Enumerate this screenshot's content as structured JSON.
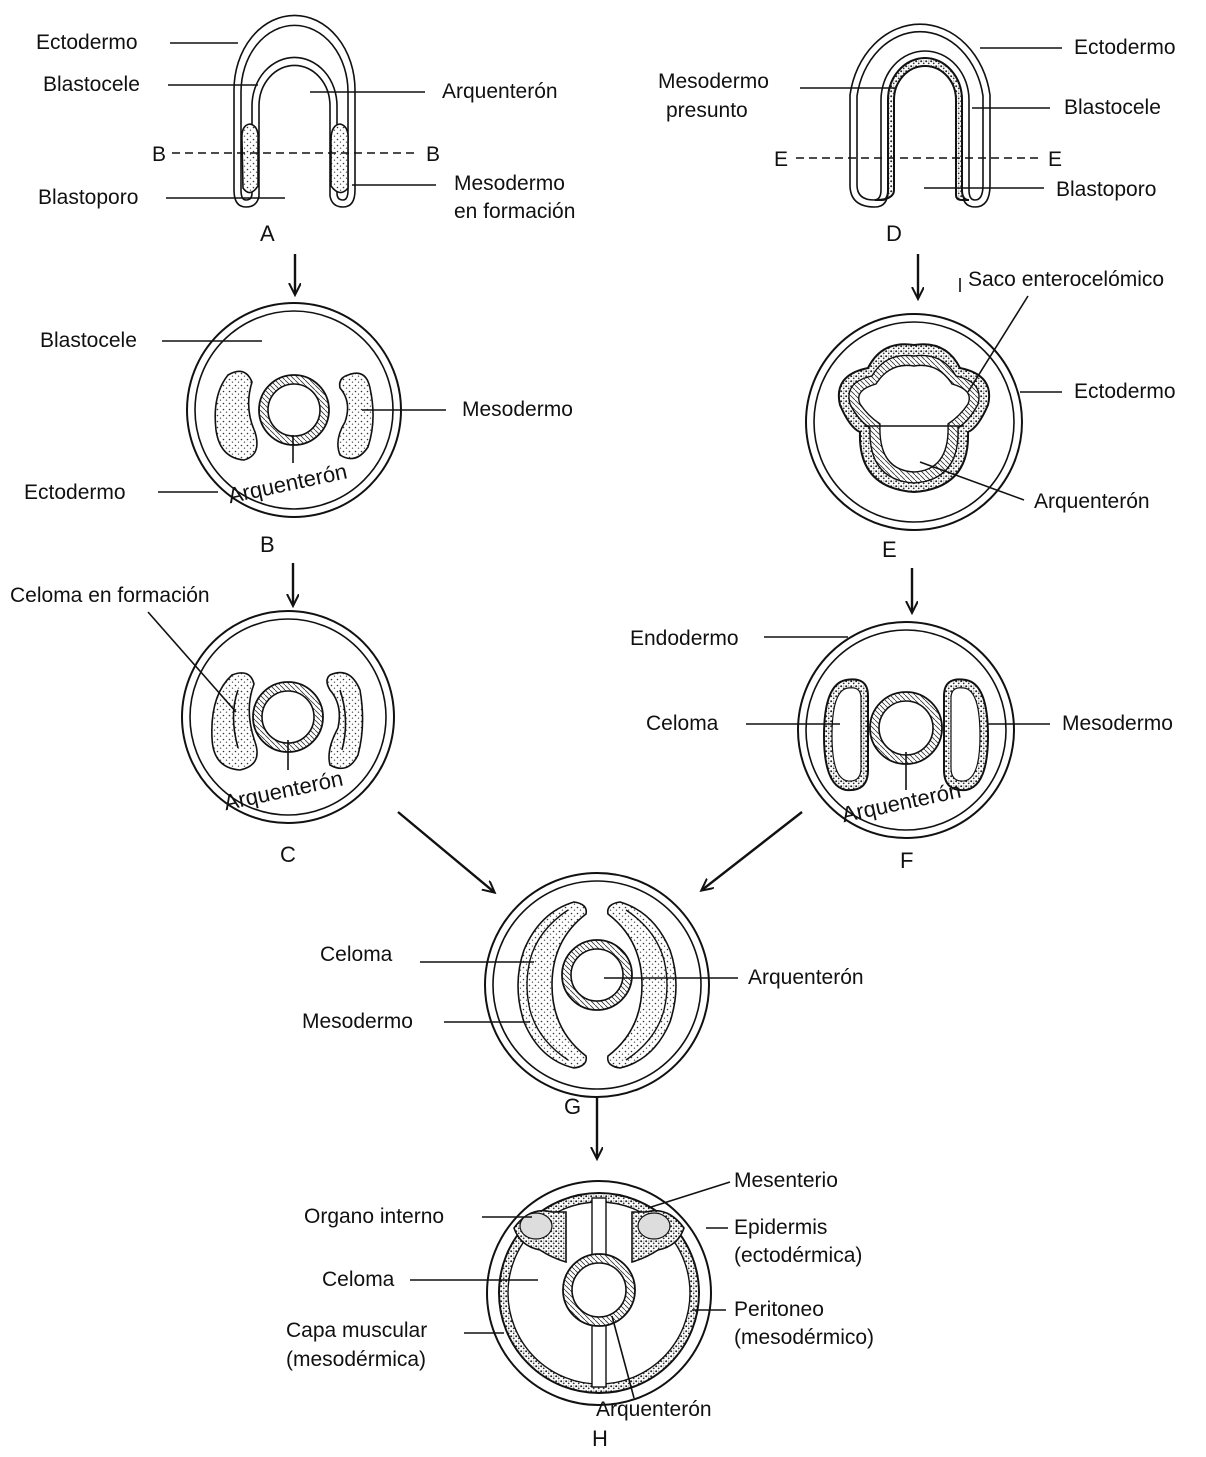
{
  "diagrams": {
    "A": {
      "stage": "A",
      "ectodermo": "Ectodermo",
      "blastocele": "Blastocele",
      "arquenteron": "Arquenterón",
      "b_left": "B",
      "b_right": "B",
      "mesodermo_line1": "Mesodermo",
      "mesodermo_line2": "en formación",
      "blastoporo": "Blastoporo"
    },
    "B": {
      "stage": "B",
      "blastocele": "Blastocele",
      "mesodermo": "Mesodermo",
      "ectodermo": "Ectodermo",
      "arquenteron": "Arquenterón"
    },
    "C": {
      "stage": "C",
      "celoma_en_formacion": "Celoma en formación",
      "arquenteron": "Arquenterón"
    },
    "D": {
      "stage": "D",
      "mesodermo_line1": "Mesodermo",
      "mesodermo_line2": "presunto",
      "ectodermo": "Ectodermo",
      "blastocele": "Blastocele",
      "e_left": "E",
      "e_right": "E",
      "blastoporo": "Blastoporo"
    },
    "E": {
      "stage": "E",
      "saco": "Saco enterocelómico",
      "ectodermo": "Ectodermo",
      "arquenteron": "Arquenterón"
    },
    "F": {
      "stage": "F",
      "endodermo": "Endodermo",
      "celoma": "Celoma",
      "mesodermo": "Mesodermo",
      "arquenteron": "Arquenterón"
    },
    "G": {
      "stage": "G",
      "celoma": "Celoma",
      "mesodermo": "Mesodermo",
      "arquenteron": "Arquenterón"
    },
    "H": {
      "stage": "H",
      "mesenterio": "Mesenterio",
      "organo": "Organo interno",
      "epidermis_line1": "Epidermis",
      "epidermis_line2": "(ectodérmica)",
      "celoma": "Celoma",
      "peritoneo_line1": "Peritoneo",
      "peritoneo_line2": "(mesodérmico)",
      "capa_line1": "Capa muscular",
      "capa_line2": "(mesodérmica)",
      "arquenteron": "Arquenterón"
    }
  }
}
